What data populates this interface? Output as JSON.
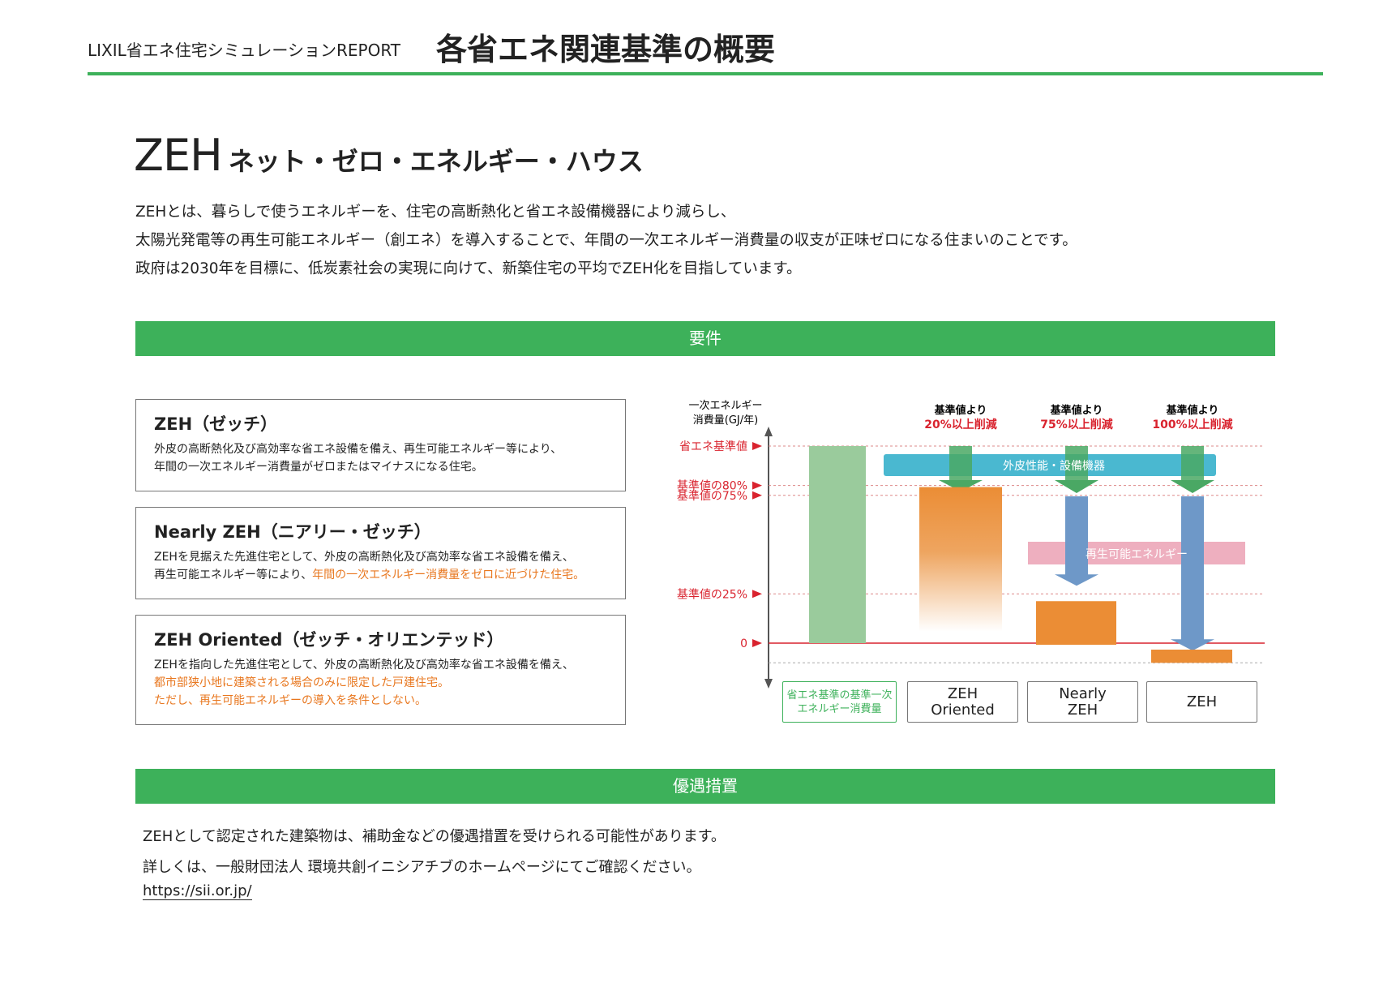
{
  "header": {
    "report_title": "LIXIL省エネ住宅シミュレーションREPORT",
    "page_title": "各省エネ関連基準の概要"
  },
  "zeh": {
    "title": "ZEH",
    "subtitle": "ネット・ゼロ・エネルギー・ハウス",
    "intro": [
      "ZEHとは、暮らしで使うエネルギーを、住宅の高断熱化と省エネ設備機器により減らし、",
      "太陽光発電等の再生可能エネルギー（創エネ）を導入することで、年間の一次エネルギー消費量の収支が正味ゼロになる住まいのことです。",
      "政府は2030年を目標に、低炭素社会の実現に向けて、新築住宅の平均でZEH化を目指しています。"
    ]
  },
  "requirements": {
    "band_label": "要件",
    "boxes": [
      {
        "title": "ZEH（ゼッチ）",
        "text": "外皮の高断熱化及び高効率な省エネ設備を備え、再生可能エネルギー等により、",
        "text2": "年間の一次エネルギー消費量がゼロまたはマイナスになる住宅。"
      },
      {
        "title": "Nearly ZEH（ニアリー・ゼッチ）",
        "text": "ZEHを見据えた先進住宅として、外皮の高断熱化及び高効率な省エネ設備を備え、",
        "text2": "再生可能エネルギー等により、",
        "highlight": "年間の一次エネルギー消費量をゼロに近づけた住宅。"
      },
      {
        "title": "ZEH Oriented（ゼッチ・オリエンテッド）",
        "text": "ZEHを指向した先進住宅として、外皮の高断熱化及び高効率な省エネ設備を備え、",
        "highlight": "都市部狭小地に建築される場合のみに限定した戸建住宅。",
        "highlight2": "ただし、再生可能エネルギーの導入を条件としない。"
      }
    ]
  },
  "diagram": {
    "y_axis_label": [
      "一次エネルギー",
      "消費量(GJ/年)"
    ],
    "levels": [
      {
        "label": "省エネ基準値",
        "pct": 100
      },
      {
        "label": "基準値の80%",
        "pct": 80
      },
      {
        "label": "基準値の75%",
        "pct": 75
      },
      {
        "label": "基準値の25%",
        "pct": 25
      },
      {
        "label": "0",
        "pct": 0
      }
    ],
    "columns": [
      {
        "line1": "省エネ基準の基準一次",
        "line2": "エネルギー消費量",
        "value_pct": 100
      },
      {
        "line1": "ZEH",
        "line2": "Oriented",
        "head1": "基準値より",
        "head2": "20%以上削減",
        "value_pct": 80
      },
      {
        "line1": "Nearly",
        "line2": "ZEH",
        "head1": "基準値より",
        "head2": "75%以上削減",
        "value_pct": 25
      },
      {
        "line1": "ZEH",
        "line2": "",
        "head1": "基準値より",
        "head2": "100%以上削減",
        "value_pct": -10
      }
    ],
    "band_envelope": "外皮性能・設備機器",
    "band_renewable": "再生可能エネルギー",
    "colors": {
      "base": "#9acb9c",
      "result": "#eb8d35",
      "envelope": "#4ab8d0",
      "renewable": "#eca6b8",
      "arrow_green": "#4aa864",
      "arrow_blue": "#6e98c8",
      "red": "#d9232e"
    }
  },
  "benefits": {
    "band_label": "優遇措置",
    "lines": [
      "ZEHとして認定された建築物は、補助金などの優遇措置を受けられる可能性があります。",
      "詳しくは、一般財団法人 環境共創イニシアチブのホームページにてご確認ください。"
    ],
    "link": "https://sii.or.jp/"
  }
}
